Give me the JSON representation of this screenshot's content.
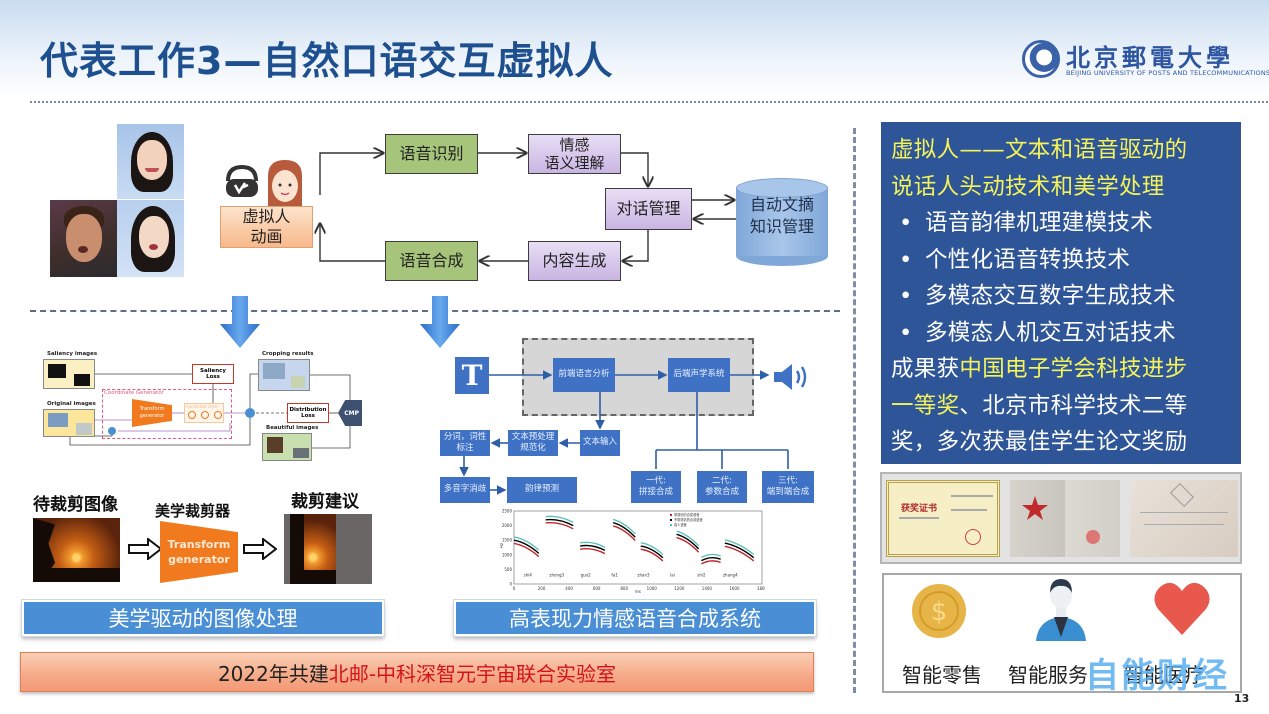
{
  "header": {
    "title": "代表工作3—自然口语交互虚拟人",
    "logo": {
      "name_cn": "北京郵電大學",
      "name_en": "BEIJING UNIVERSITY OF POSTS AND TELECOMMUNICATIONS",
      "icon": "university-emblem-icon"
    }
  },
  "dialogue_flow": {
    "avatar_box": [
      "虚拟人",
      "动画"
    ],
    "avatar_icons": [
      "vr-headset-icon",
      "cartoon-girl-icon"
    ],
    "nodes": {
      "asr": "语音识别",
      "nlu": [
        "情感",
        "语义理解"
      ],
      "dialog": "对话管理",
      "knowledge": [
        "自动文摘",
        "知识管理"
      ],
      "nlg": "内容生成",
      "tts": "语音合成"
    }
  },
  "crop_diagram": {
    "labels": {
      "saliency_images": "Saliency images",
      "original_images": "Original images",
      "coordinate_generator": "Coordinate Generator",
      "transform_generator": [
        "Transform",
        "generator"
      ],
      "constraint_layer": "Constraint layer",
      "saliency_loss": [
        "Saliency",
        "Loss"
      ],
      "cropping_results": "Cropping results",
      "distribution_loss": [
        "Distribution",
        "Loss"
      ],
      "beautiful_images": "Beautiful images",
      "cmp": "CMP"
    },
    "captions": {
      "input": "待裁剪图像",
      "cropper": "美学裁剪器",
      "output": "裁剪建议",
      "generator": [
        "Transform",
        "generator"
      ]
    },
    "banner": "美学驱动的图像处理"
  },
  "tts_diagram": {
    "t_icon": "T",
    "frontend": "前端语言分析",
    "backend": "后端声学系统",
    "text_input": "文本输入",
    "preprocess": [
      "文本预处理",
      "规范化"
    ],
    "segmentation": [
      "分词，词性",
      "标注"
    ],
    "polyphone": "多音字消歧",
    "prosody": "韵律预测",
    "gen1": [
      "一代:",
      "拼接合成"
    ],
    "gen2": [
      "二代:",
      "参数合成"
    ],
    "gen3": [
      "三代:",
      "端到端合成"
    ],
    "speaker_icon": "speaker-sound-icon",
    "pitch_chart": {
      "type": "line",
      "xlabel": "ms",
      "ylabel": "Hz",
      "x_ticks": [
        "0",
        "200",
        "400",
        "600",
        "800",
        "1000",
        "1200",
        "1400",
        "1600",
        "1800"
      ],
      "y_ticks": [
        "0",
        "500",
        "1000",
        "1500",
        "2000",
        "2500"
      ],
      "syllables": [
        "shi4",
        "zhong3",
        "guo2",
        "fa1",
        "zhan3",
        "lai",
        "shi2",
        "zhang4"
      ],
      "legend": [
        "带感情的合成语音",
        "不带感情的合成语音",
        "真人语音"
      ]
    },
    "banner": "高表现力情感语音合成系统"
  },
  "lab_banner": {
    "prefix": "2022年共建",
    "highlight": "北邮-中科深智元宇宙联合实验室"
  },
  "info_panel": {
    "heading_lines": [
      "虚拟人——文本和语音驱动的",
      "说话人头动技术和美学处理"
    ],
    "bullets": [
      "语音韵律机理建模技术",
      "个性化语音转换技术",
      "多模态交互数字生成技术",
      "多模态人机交互对话技术"
    ],
    "bullet_char": "•",
    "award_prefix": "成果获",
    "award_highlight_1": "中国电子学会科技进步",
    "award_highlight_2": "一等奖",
    "award_rest_1": "、北京市科学技术二等",
    "award_rest_2": "奖，多次获最佳学生论文奖励"
  },
  "certificates": [
    {
      "name": "certificate-award",
      "title": "获奖证书"
    },
    {
      "name": "certificate-booklet"
    },
    {
      "name": "certificate-paper-award"
    }
  ],
  "applications": [
    {
      "label": "智能零售",
      "icon": "coin-dollar-icon"
    },
    {
      "label": "智能服务",
      "icon": "service-person-icon"
    },
    {
      "label": "智能医疗",
      "icon": "heart-icon"
    }
  ],
  "page_number": "13",
  "watermark": "自能财经",
  "colors": {
    "title_blue": "#1e4f8f",
    "panel_blue": "#2e5597",
    "highlight_yellow": "#f4f35a",
    "banner_blue": "#4a8fd6",
    "lab_red": "#d2141c",
    "node_green": "#a6c47a",
    "node_purple": "#c9b5e3"
  }
}
